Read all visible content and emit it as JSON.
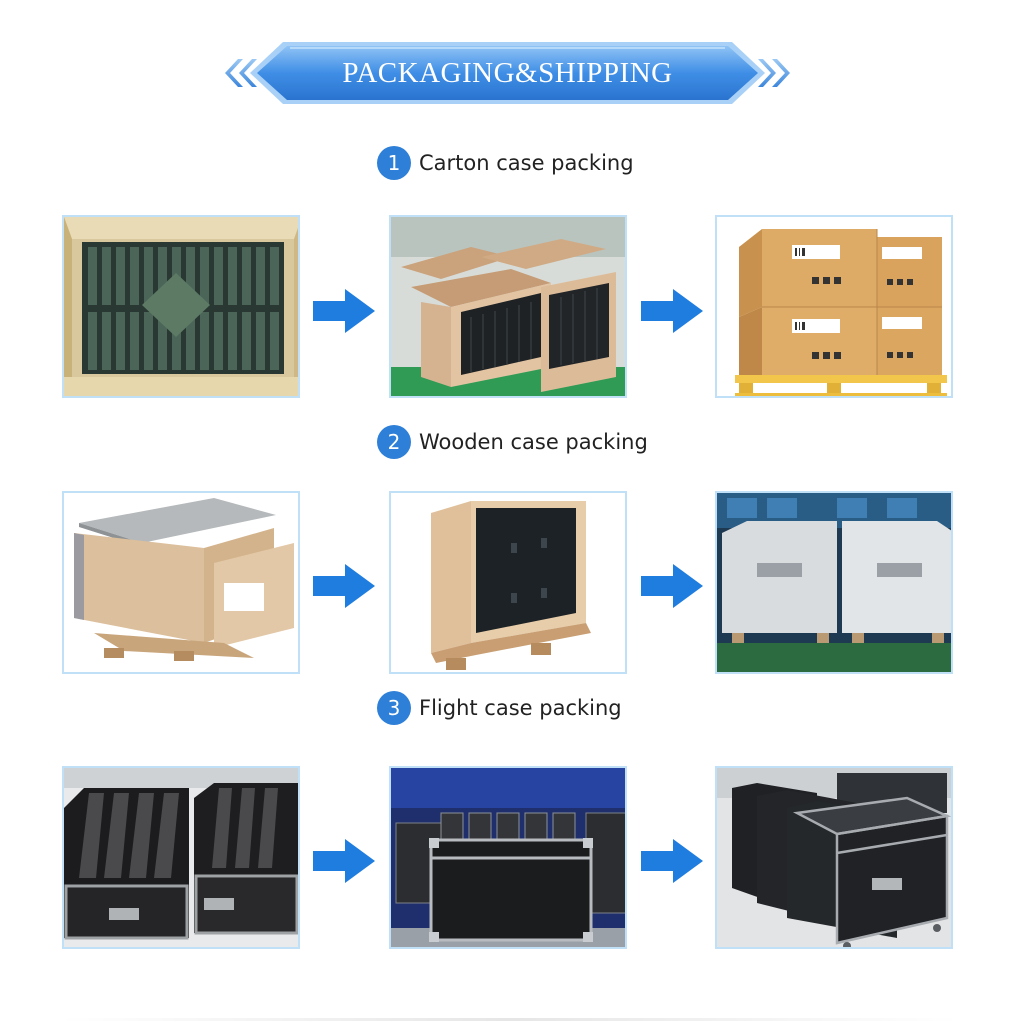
{
  "banner": {
    "title": "PACKAGING&SHIPPING"
  },
  "sections": [
    {
      "number": "1",
      "label": "Carton case packing"
    },
    {
      "number": "2",
      "label": "Wooden case packing"
    },
    {
      "number": "3",
      "label": "Flight case packing"
    }
  ],
  "colors": {
    "accent_blue": "#2d7fd8",
    "arrow_blue": "#1f7de0",
    "frame_border": "#bfe0f7"
  },
  "icons": {
    "arrow": "arrow-right-icon",
    "chevrons": "double-chevron-icon"
  }
}
